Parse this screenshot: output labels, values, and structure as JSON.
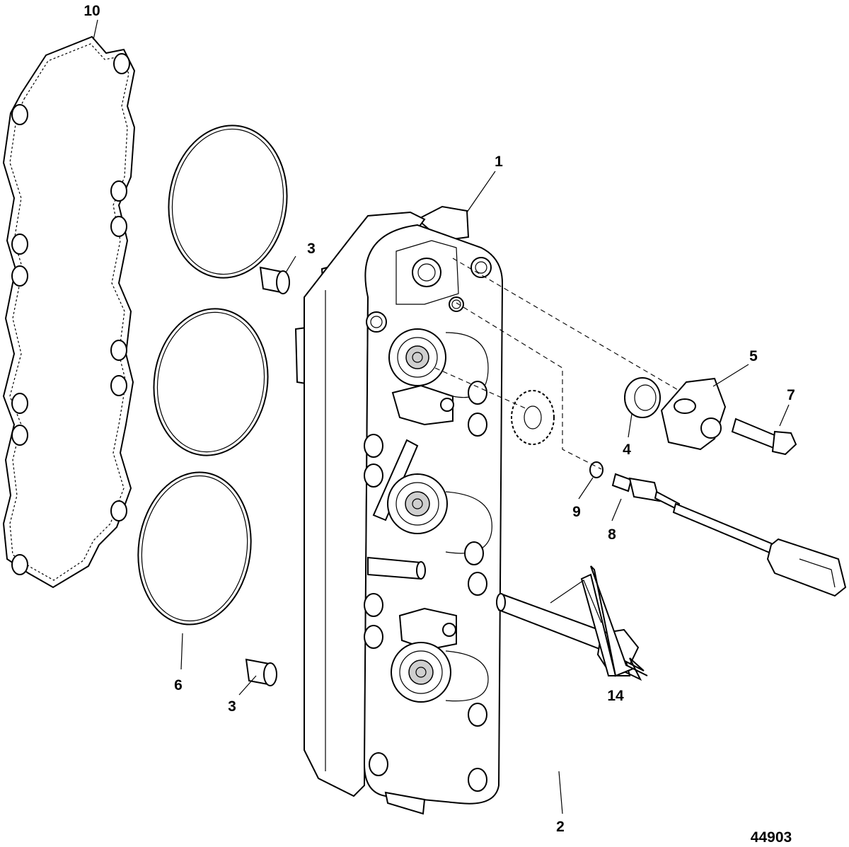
{
  "labels": {
    "l1": "1",
    "l2": "2",
    "l3a": "3",
    "l3b": "3",
    "l4": "4",
    "l5": "5",
    "l6": "6",
    "l7": "7",
    "l8": "8",
    "l9": "9",
    "l10": "10",
    "l14": "14"
  },
  "figure_id": "44903"
}
